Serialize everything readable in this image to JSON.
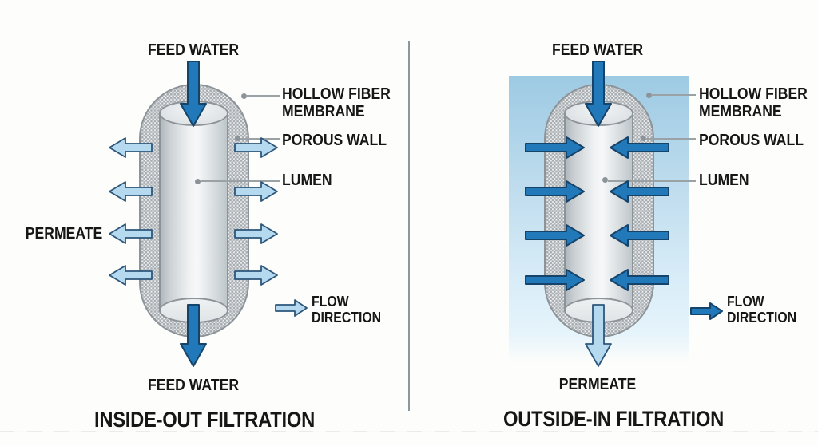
{
  "colors": {
    "background": "#fdfdfb",
    "text": "#161616",
    "feed_arrow_fill": "#2279ba",
    "feed_arrow_stroke": "#16436a",
    "permeate_arrow_fill": "#b5d9ee",
    "permeate_arrow_stroke": "#2d567a",
    "membrane_border": "#8d9499",
    "membrane_dot": "#a7adb1",
    "feed_water_pool": "#9dcae3",
    "leader_line": "#9aa2a6",
    "divider": "#8b98a0"
  },
  "panels": {
    "left": {
      "title": "INSIDE-OUT FILTRATION",
      "feed_top": "FEED WATER",
      "feed_bottom": "FEED WATER",
      "permeate": "PERMEATE",
      "legend_line1": "FLOW",
      "legend_line2": "DIRECTION",
      "callout_membrane_line1": "HOLLOW FIBER",
      "callout_membrane_line2": "MEMBRANE",
      "callout_porous": "POROUS WALL",
      "callout_lumen": "LUMEN"
    },
    "right": {
      "title": "OUTSIDE-IN FILTRATION",
      "feed_top": "FEED WATER",
      "permeate": "PERMEATE",
      "legend_line1": "FLOW",
      "legend_line2": "DIRECTION",
      "callout_membrane_line1": "HOLLOW FIBER",
      "callout_membrane_line2": "MEMBRANE",
      "callout_porous": "POROUS WALL",
      "callout_lumen": "LUMEN"
    }
  }
}
